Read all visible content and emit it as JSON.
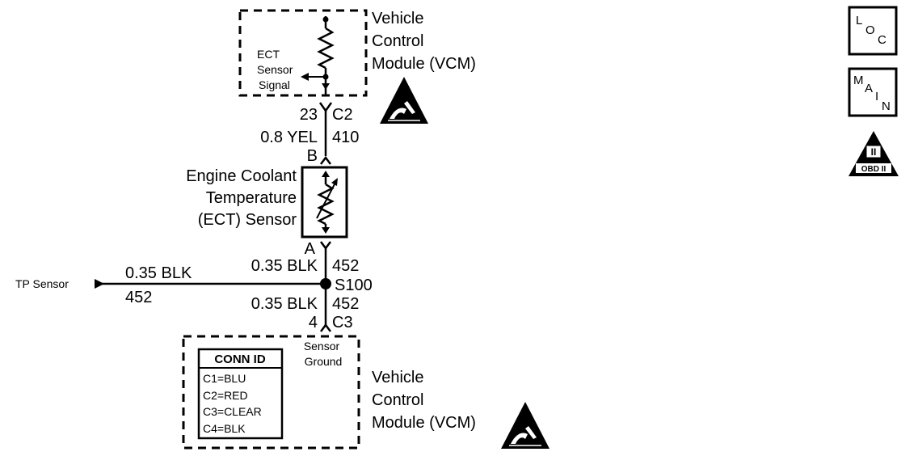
{
  "upper_module": {
    "name_lines": [
      "Vehicle",
      "Control",
      "Module (VCM)"
    ],
    "internal_label_lines": [
      "ECT",
      "Sensor",
      "Signal"
    ]
  },
  "upper_connector": {
    "pin": "23",
    "connector": "C2"
  },
  "upper_wire": {
    "gauge_color": "0.8 YEL",
    "circuit": "410"
  },
  "sensor": {
    "pin_top": "B",
    "pin_bottom": "A",
    "name_lines": [
      "Engine Coolant",
      "Temperature",
      "(ECT) Sensor"
    ]
  },
  "splice": {
    "id": "S100"
  },
  "tp_branch": {
    "destination": "TP Sensor",
    "gauge_color": "0.35 BLK",
    "circuit": "452"
  },
  "splice_upper_wire": {
    "gauge_color": "0.35 BLK",
    "circuit": "452"
  },
  "splice_lower_wire": {
    "gauge_color": "0.35 BLK",
    "circuit": "452"
  },
  "lower_connector": {
    "pin": "4",
    "connector": "C3"
  },
  "lower_module": {
    "name_lines": [
      "Vehicle",
      "Control",
      "Module (VCM)"
    ],
    "internal_label_lines": [
      "Sensor",
      "Ground"
    ]
  },
  "conn_id": {
    "title": "CONN ID",
    "rows": [
      "C1=BLU",
      "C2=RED",
      "C3=CLEAR",
      "C4=BLK"
    ]
  },
  "side_icons": {
    "loc": {
      "letters": [
        "L",
        "O",
        "C"
      ]
    },
    "main": {
      "letters": [
        "M",
        "A",
        "I",
        "N"
      ]
    },
    "obd": {
      "numeral": "II",
      "label": "OBD II"
    }
  },
  "colors": {
    "ink": "#000000",
    "background": "#ffffff"
  }
}
